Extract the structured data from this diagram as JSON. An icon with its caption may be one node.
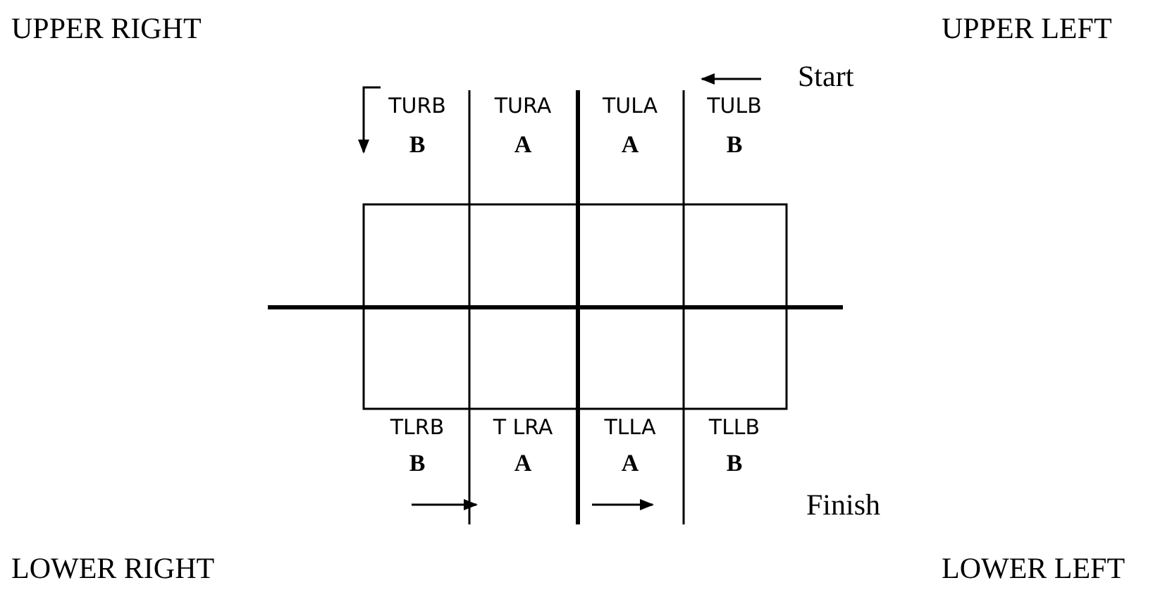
{
  "diagram": {
    "labels": [
      "UPPER RIGHT",
      "UPPER LEFT",
      "Start",
      "TURB",
      "TURA",
      "TULA",
      "TULB",
      "B",
      "A",
      "A",
      "B",
      "TLRB",
      "T LRA",
      "TLLA",
      "TLLB",
      "B",
      "A",
      "A",
      "B",
      "Finish",
      "LOWER RIGHT",
      "LOWER LEFT"
    ]
  }
}
